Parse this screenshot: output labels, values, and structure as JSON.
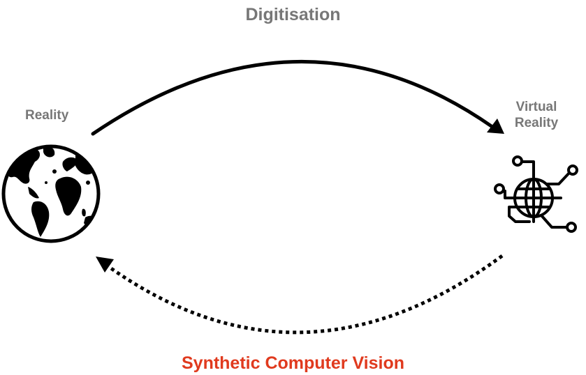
{
  "labels": {
    "top": "Digitisation",
    "reality": "Reality",
    "virtual_line1": "Virtual",
    "virtual_line2": "Reality",
    "bottom": "Synthetic Computer Vision"
  },
  "icons": {
    "reality": "globe-icon",
    "virtual": "circuit-globe-icon"
  },
  "colors": {
    "label_gray": "#777777",
    "accent_red": "#e03a1e",
    "stroke": "#000000"
  }
}
